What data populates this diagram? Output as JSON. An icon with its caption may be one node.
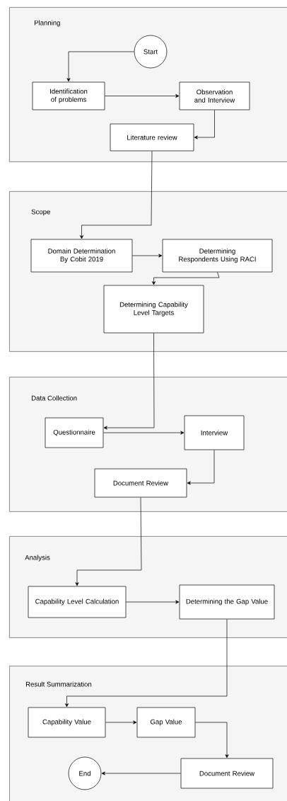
{
  "diagram": {
    "nodes": [
      {
        "text": [
          "Planning"
        ]
      },
      {
        "text": [
          "Start"
        ],
        "in": 0
      },
      {
        "text": [
          "Identification of problems"
        ],
        "in": 0
      },
      {
        "text": [
          "Observation and Interview"
        ],
        "in": 0
      },
      {
        "text": [
          "Literature review"
        ],
        "in": 0
      },
      {
        "text": [
          "Scope"
        ]
      },
      {
        "text": [
          "Domain Determination By Cobit 2019"
        ],
        "in": 5
      },
      {
        "text": [
          "Determining Respondents Using RACI"
        ],
        "in": 5
      },
      {
        "text": [
          "Determining Capability Level Targets"
        ],
        "in": 5
      },
      {
        "text": [
          "Data Collection"
        ]
      },
      {
        "text": [
          "Questionnaire"
        ],
        "in": 9
      },
      {
        "text": [
          "Interview"
        ],
        "in": 9
      },
      {
        "text": [
          "Document Review"
        ],
        "in": 9
      },
      {
        "text": [
          "Analysis"
        ]
      },
      {
        "text": [
          "Capability Level Calculation"
        ],
        "in": 13
      },
      {
        "text": [
          "Determining the Gap Value"
        ],
        "in": 13
      },
      {
        "text": [
          "Result Summarization"
        ]
      },
      {
        "text": [
          "Capability Value"
        ],
        "in": 16
      },
      {
        "text": [
          "Gap Value"
        ],
        "in": 16
      },
      {
        "text": [
          "Document Review"
        ],
        "in": 16
      },
      {
        "text": [
          "End"
        ],
        "in": 16
      }
    ],
    "edges": [
      {
        "from": 1,
        "to": 2,
        "arrow": "to"
      },
      {
        "from": 2,
        "to": 3,
        "arrow": "to"
      },
      {
        "from": 3,
        "to": 4,
        "arrow": "to"
      },
      {
        "from": 4,
        "to": 6,
        "arrow": "to"
      },
      {
        "from": 6,
        "to": 7,
        "arrow": "to"
      },
      {
        "from": 7,
        "to": 8,
        "arrow": "to"
      },
      {
        "from": 8,
        "to": 10,
        "arrow": "to"
      },
      {
        "from": 10,
        "to": 11,
        "arrow": "to"
      },
      {
        "from": 11,
        "to": 12,
        "arrow": "to"
      },
      {
        "from": 12,
        "to": 14,
        "arrow": "to"
      },
      {
        "from": 14,
        "to": 15,
        "arrow": "to"
      },
      {
        "from": 15,
        "to": 17,
        "arrow": "to"
      },
      {
        "from": 17,
        "to": 18,
        "arrow": "to"
      },
      {
        "from": 18,
        "to": 19,
        "arrow": "to"
      },
      {
        "from": 19,
        "to": 20,
        "arrow": "to"
      }
    ]
  }
}
